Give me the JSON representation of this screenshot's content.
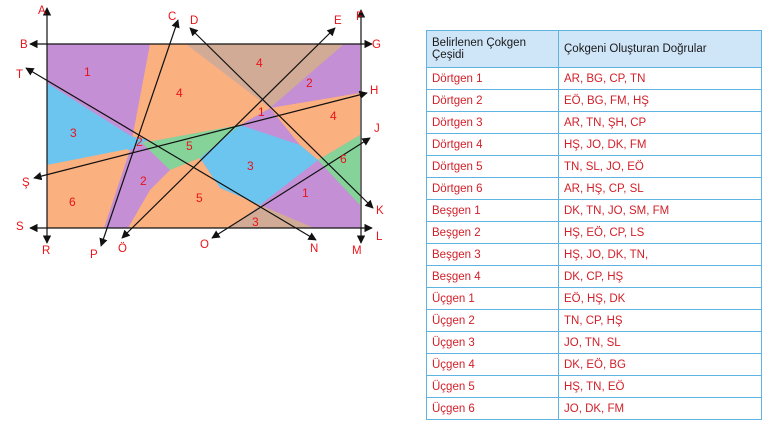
{
  "diagram": {
    "points": {
      "A": "A",
      "B": "B",
      "C": "C",
      "D": "D",
      "E": "E",
      "F": "F",
      "G": "G",
      "H": "H",
      "J": "J",
      "K": "K",
      "L": "L",
      "M": "M",
      "N": "N",
      "O": "O",
      "Ö": "Ö",
      "P": "P",
      "R": "R",
      "S": "S",
      "Ş": "Ş",
      "T": "T"
    },
    "regions": {
      "q1": "1",
      "q4_top": "4",
      "q4_tr": "4",
      "q2_tr": "2",
      "q1_small": "1",
      "q4": "4",
      "q3_left": "3",
      "q2_small": "2",
      "q5_green": "5",
      "q6_green": "6",
      "q3_mid": "3",
      "q2": "2",
      "q6": "6",
      "q5": "5",
      "q1_br": "1",
      "q3_bottom": "3"
    },
    "colors": {
      "purple": "#c48fd4",
      "orange": "#fbb07f",
      "blue": "#6cc5ef",
      "green": "#86d39a",
      "brown": "#d2ab96"
    }
  },
  "table": {
    "headers": [
      "Belirlenen Çokgen Çeşidi",
      "Çokgeni Oluşturan Doğrular"
    ],
    "rows": [
      [
        "Dörtgen   1",
        "AR, BG, CP, TN"
      ],
      [
        "Dörtgen 2",
        "EÖ, BG, FM, HŞ"
      ],
      [
        "Dörtgen 3",
        "AR, TN, ŞH,  CP"
      ],
      [
        "Dörtgen 4",
        "HŞ, JO, DK, FM"
      ],
      [
        "Dörtgen 5",
        "TN, SL, JO, EÖ"
      ],
      [
        "Dörtgen 6",
        "AR, HŞ, CP,  SL"
      ],
      [
        "Beşgen 1",
        "DK, TN, JO, SM, FM"
      ],
      [
        "Beşgen 2",
        "HŞ, EÖ, CP, LS"
      ],
      [
        "Beşgen 3",
        "HŞ, JO, DK, TN,"
      ],
      [
        "Beşgen 4",
        "DK, CP, HŞ"
      ],
      [
        "Üçgen 1",
        "EÖ, HŞ, DK"
      ],
      [
        "Üçgen 2",
        "TN, CP, HŞ"
      ],
      [
        "Üçgen 3",
        "JO, TN, SL"
      ],
      [
        "Üçgen 4",
        "DK, EÖ, BG"
      ],
      [
        "Üçgen 5",
        "HŞ, TN, EÖ"
      ],
      [
        "Üçgen 6",
        "JO, DK, FM"
      ]
    ]
  }
}
